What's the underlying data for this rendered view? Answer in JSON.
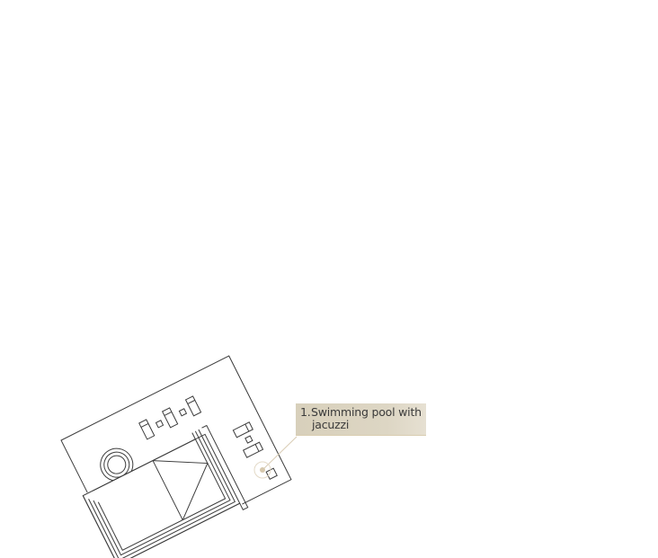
{
  "hotspot": {
    "number": "1.",
    "title_line1": "Swimming pool with",
    "title_line2": "jacuzzi"
  },
  "colors": {
    "line": "#3c3c3c",
    "label_bg": "#d8d0bb",
    "marker": "#d9ccb4"
  }
}
